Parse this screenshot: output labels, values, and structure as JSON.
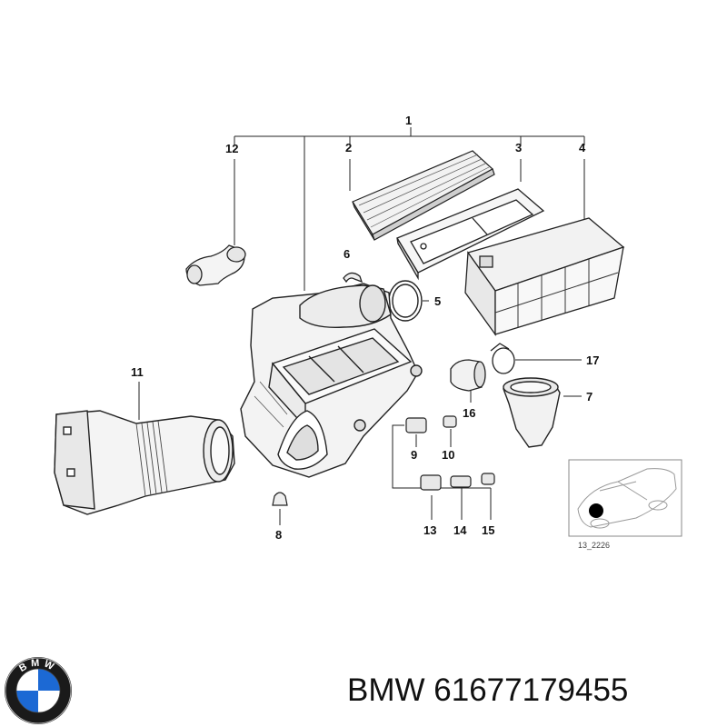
{
  "callouts": {
    "c1": "1",
    "c2": "2",
    "c3": "3",
    "c4": "4",
    "c5": "5",
    "c6": "6",
    "c7": "7",
    "c8": "8",
    "c9": "9",
    "c10": "10",
    "c11": "11",
    "c12": "12",
    "c13": "13",
    "c14": "14",
    "c15": "15",
    "c16": "16",
    "c17": "17"
  },
  "inset_ref": "13_2226",
  "brand": "BMW",
  "part_number": "61677179455",
  "logo_letters": "BMW",
  "logo_colors": {
    "blue": "#1c69d4",
    "ring": "#1a1a1a",
    "white": "#ffffff"
  }
}
